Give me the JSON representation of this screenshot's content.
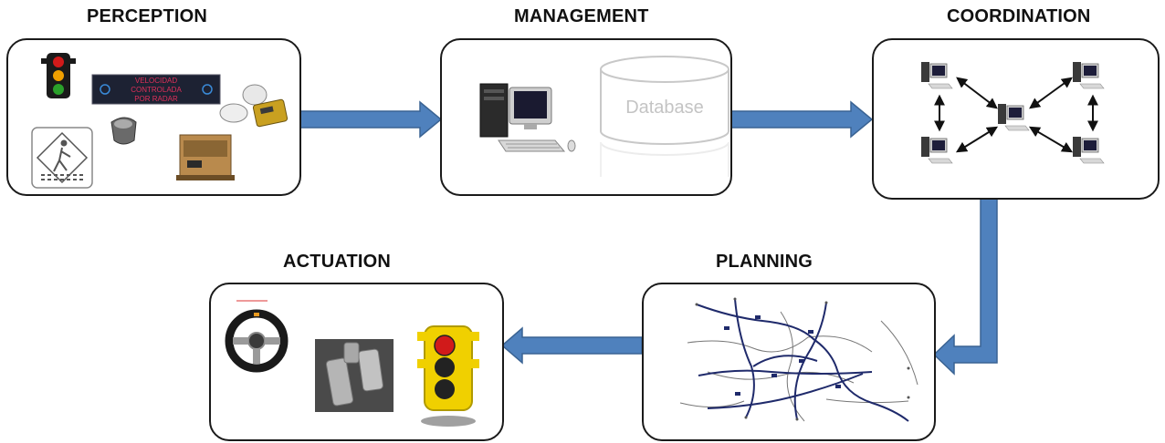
{
  "stages": {
    "perception": {
      "title": "PERCEPTION",
      "sign_line1": "VELOCIDAD",
      "sign_line2": "CONTROLADA",
      "sign_line3": "POR RADAR"
    },
    "management": {
      "title": "MANAGEMENT",
      "db_label": "Database"
    },
    "coordination": {
      "title": "COORDINATION"
    },
    "planning": {
      "title": "PLANNING"
    },
    "actuation": {
      "title": "ACTUATION"
    }
  },
  "colors": {
    "arrow_fill": "#4f81bd",
    "arrow_stroke": "#3a6393",
    "box_border": "#1a1a1a",
    "map_road": "#1f2a6b",
    "traffic_red": "#d11a1a",
    "traffic_yellow": "#f0d000",
    "traffic_green": "#2aa02a"
  },
  "icons": [
    "traffic-light-icon",
    "radar-sign-icon",
    "gps-antenna-icon",
    "camera-sensor-icon",
    "crosswalk-sign-icon",
    "controller-box-icon",
    "computer-icon",
    "database-icon",
    "network-computer-icon",
    "road-map-icon",
    "steering-wheel-icon",
    "pedals-icon",
    "traffic-signal-icon"
  ]
}
